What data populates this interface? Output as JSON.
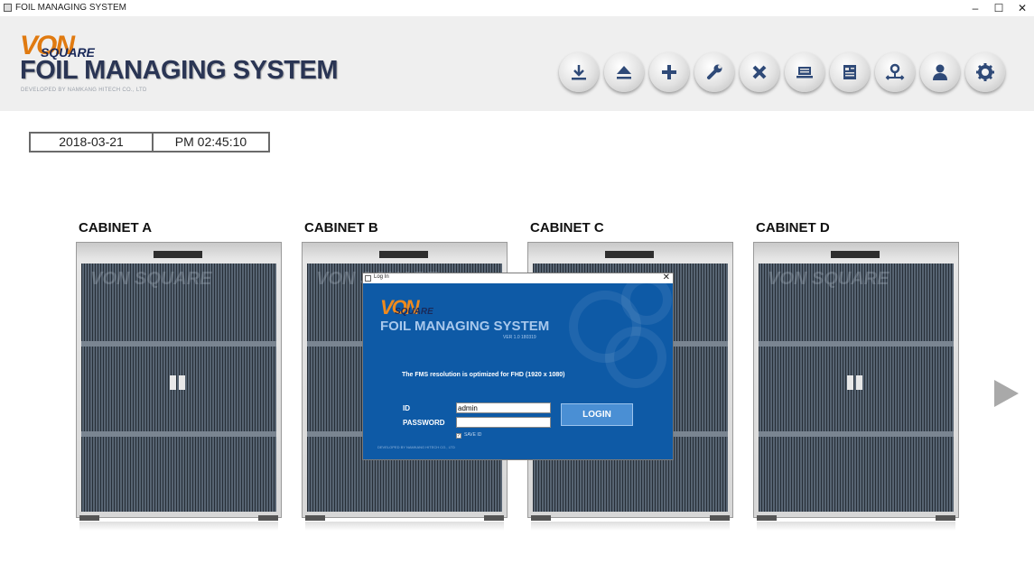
{
  "window": {
    "title": "FOIL MANAGING SYSTEM",
    "controls": [
      "–",
      "☐",
      "✕"
    ]
  },
  "header": {
    "logo_von": "VON",
    "logo_square": "SQUARE",
    "title": "FOIL MANAGING SYSTEM",
    "subtitle": "DEVELOPED BY NAMKANG HITECH CO., LTD",
    "toolbar": [
      {
        "icon": "download-icon"
      },
      {
        "icon": "eject-icon"
      },
      {
        "icon": "plus-icon"
      },
      {
        "icon": "wrench-icon"
      },
      {
        "icon": "close-icon"
      },
      {
        "icon": "laptop-icon"
      },
      {
        "icon": "book-icon"
      },
      {
        "icon": "location-icon"
      },
      {
        "icon": "user-icon"
      },
      {
        "icon": "gear-icon"
      }
    ]
  },
  "datetime": {
    "date": "2018-03-21",
    "time": "PM 02:45:10"
  },
  "cabinets": [
    {
      "label": "CABINET A"
    },
    {
      "label": "CABINET B"
    },
    {
      "label": "CABINET C"
    },
    {
      "label": "CABINET D"
    }
  ],
  "cabinet_watermark": "VON SQUARE",
  "dialog": {
    "title": "Log In",
    "logo_von": "VON",
    "logo_square": "SQUARE",
    "app_title": "FOIL MANAGING SYSTEM",
    "version": "VER 1.0 180319",
    "message": "The FMS resolution is optimized for FHD (1920 x 1080)",
    "id_label": "ID",
    "id_value": "admin",
    "password_label": "PASSWORD",
    "password_value": "",
    "login_label": "LOGIN",
    "save_id_label": "SAVE ID",
    "save_id_checked": true,
    "copyright": "DEVELOPED BY NAMKANG HITECH CO., LTD"
  },
  "colors": {
    "dialog_bg": "#0e5aa6",
    "header_bg": "#efefef",
    "title_text": "#2a3554",
    "logo_orange": "#e07a10"
  }
}
